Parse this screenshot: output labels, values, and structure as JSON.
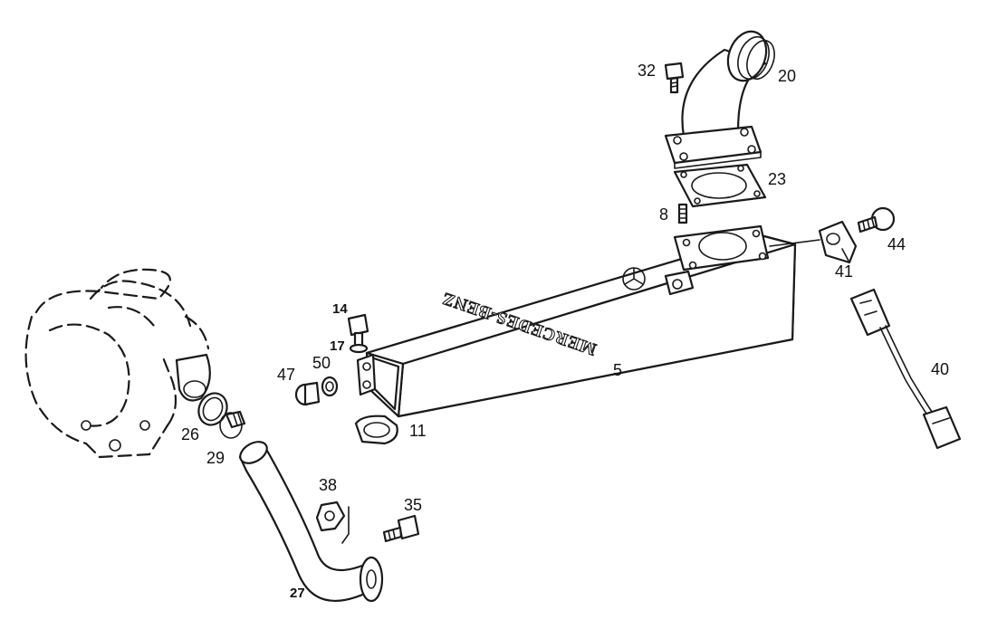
{
  "diagram": {
    "emboss_text": "MERCEDES-BENZ",
    "labels": {
      "p5": "5",
      "p8": "8",
      "p11": "11",
      "p14": "14",
      "p17": "17",
      "p20": "20",
      "p23": "23",
      "p26": "26",
      "p27": "27",
      "p29": "29",
      "p32": "32",
      "p35": "35",
      "p38": "38",
      "p40": "40",
      "p41": "41",
      "p44": "44",
      "p47": "47",
      "p50": "50"
    }
  }
}
